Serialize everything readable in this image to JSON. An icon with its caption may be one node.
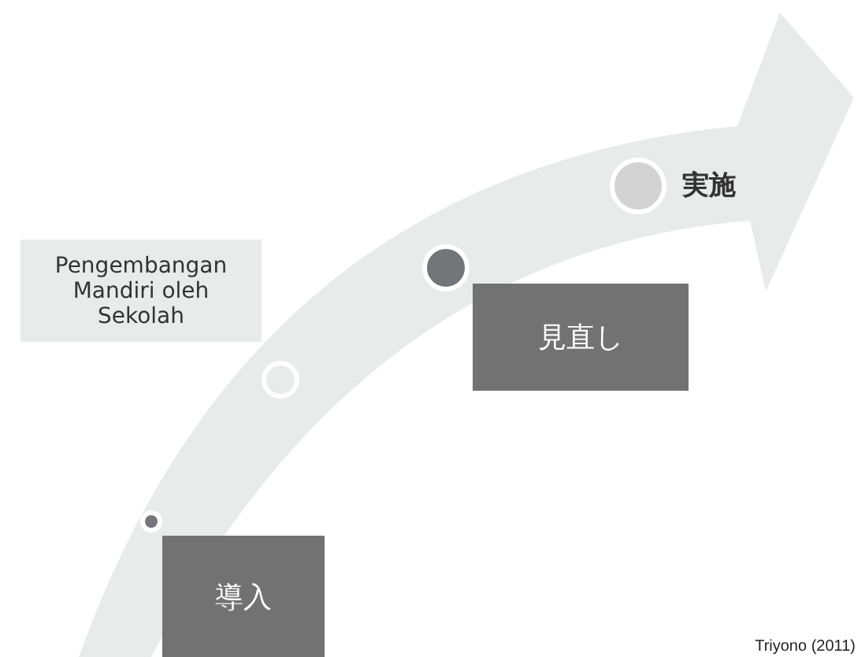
{
  "diagram": {
    "caption": "Triyono (2011)",
    "nodes": [
      {
        "text": [],
        "shape": "circle"
      },
      {
        "text": [],
        "shape": "circle"
      },
      {
        "text": [],
        "shape": "circle"
      },
      {
        "text": [],
        "shape": "circle",
        "beside": [
          "実施"
        ]
      },
      {
        "text": [
          "Pengembangan Mandiri oleh Sekolah"
        ]
      },
      {
        "text": [
          "見直し"
        ]
      },
      {
        "text": [
          "導入"
        ]
      }
    ]
  }
}
